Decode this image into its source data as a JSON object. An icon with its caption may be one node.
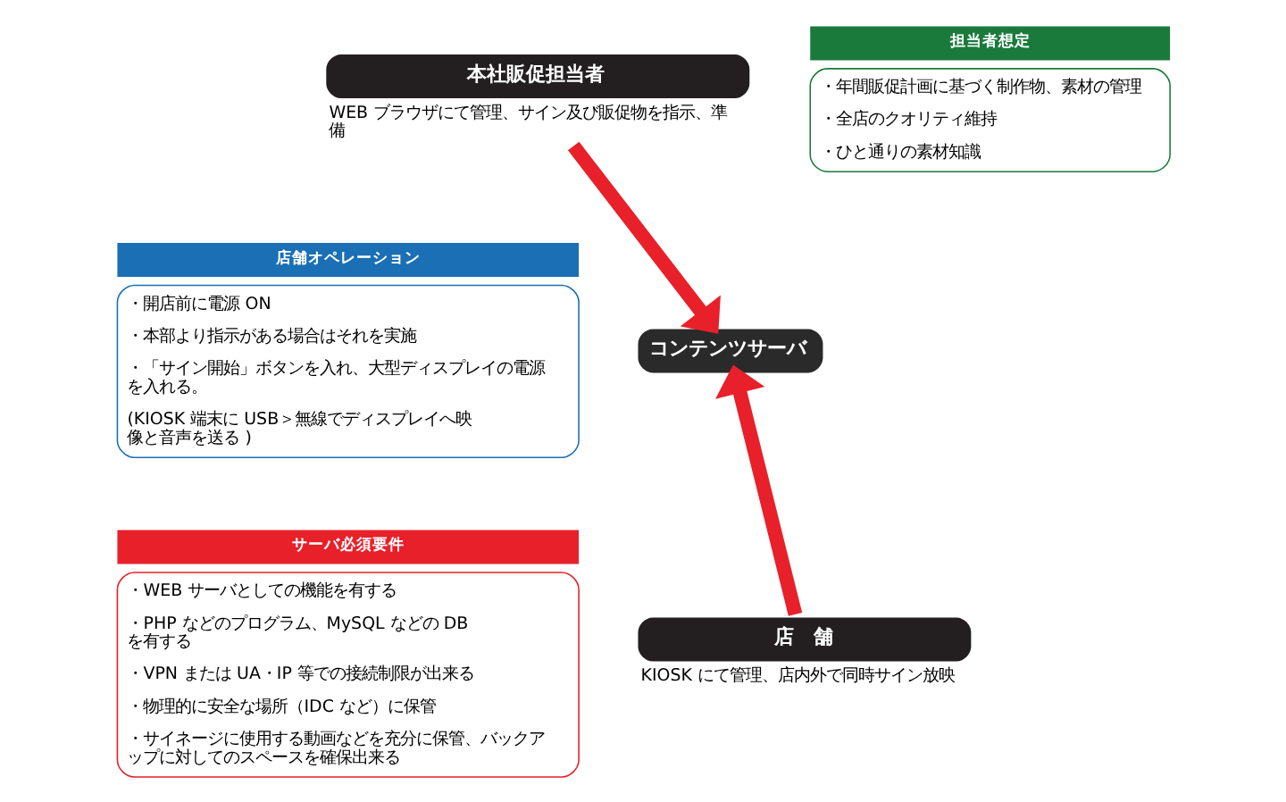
{
  "diagram": {
    "nodes": [
      {
        "text": [
          "本社販促担当者"
        ],
        "beside": [
          "WEB ブラウザにて管理、サイン及び販促物を指示、準備"
        ]
      },
      {
        "text": [
          "担当者想定",
          "・年間販促計画に基づく制作物、素材の管理",
          "・全店のクオリティ維持",
          "・ひと通りの素材知識"
        ]
      },
      {
        "text": [
          "店舗オペレーション",
          "・開店前に電源 ON",
          "・本部より指示がある場合はそれを実施",
          "・「サイン開始」ボタンを入れ、大型ディスプレイの電源を入れる。",
          "(KIOSK 端末に USB＞無線でディスプレイへ映像と音声を送る )"
        ]
      },
      {
        "text": [
          "コンテンツサーバ"
        ]
      },
      {
        "text": [
          "サーバ必須要件",
          "・WEB サーバとしての機能を有する",
          "・PHP などのプログラム、MySQL などの DB を有する",
          "・VPN または UA・IP 等での接続制限が出来る",
          "・物理的に安全な場所（IDC など）に保管",
          "・サイネージに使用する動画などを充分に保管、バックアップに対してのスペースを確保出来る"
        ]
      },
      {
        "text": [
          "店　舗"
        ],
        "beside": [
          "KIOSK にて管理、店内外で同時サイン放映"
        ]
      }
    ],
    "edges": [
      {
        "from": 0,
        "to": 3,
        "arrow": "to"
      },
      {
        "from": 5,
        "to": 3,
        "arrow": "to"
      }
    ]
  }
}
